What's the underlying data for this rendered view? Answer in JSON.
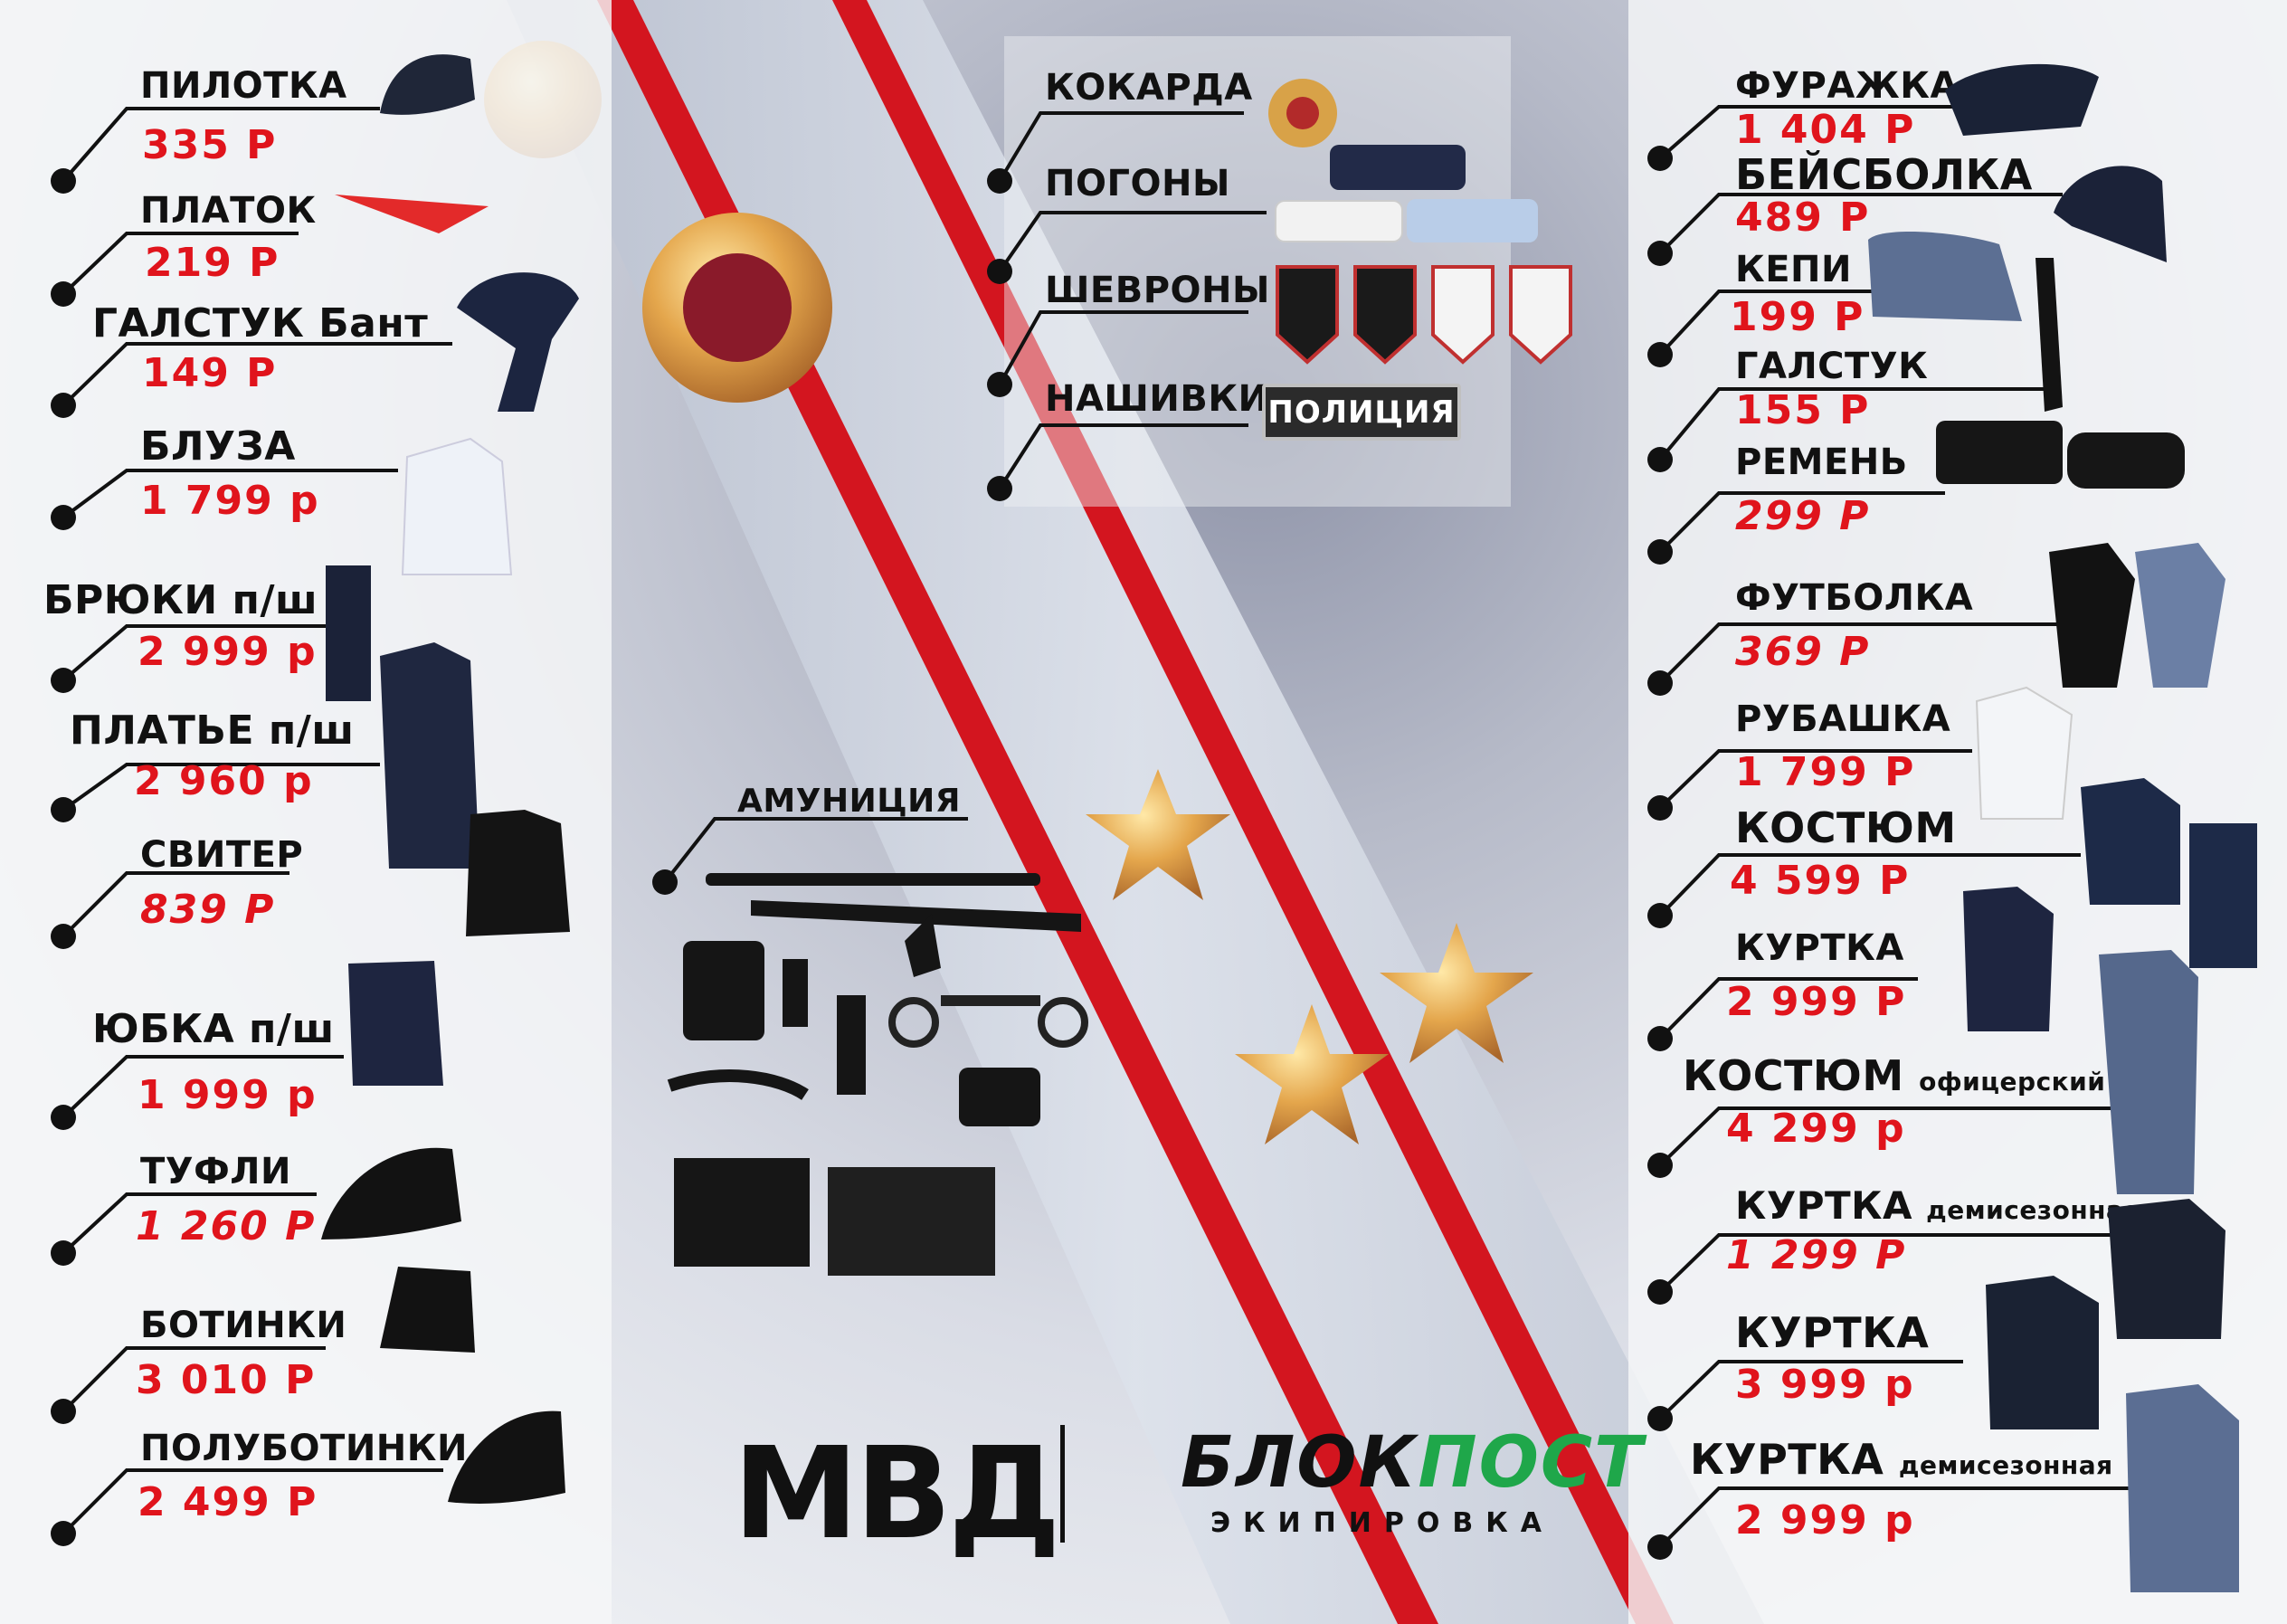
{
  "brand": {
    "left": "МВД",
    "right_a": "БЛОК",
    "right_b": "ПОСТ",
    "tagline": "ЭКИПИРОВКА"
  },
  "colors": {
    "price": "#e0141c",
    "brand_green": "#1fa74a",
    "text": "#111111"
  },
  "left": [
    {
      "name": "ПИЛОТКА",
      "price": "335 Р"
    },
    {
      "name": "ПЛАТОК",
      "price": "219 Р"
    },
    {
      "name": "ГАЛСТУК Бант",
      "price": "149 Р"
    },
    {
      "name": "БЛУЗА",
      "price": "1 799 р"
    },
    {
      "name": "БРЮКИ п/ш",
      "price": "2 999 р"
    },
    {
      "name": "ПЛАТЬЕ п/ш",
      "price": "2 960 р"
    },
    {
      "name": "СВИТЕР",
      "price": "839 Р"
    },
    {
      "name": "ЮБКА п/ш",
      "price": "1 999 р"
    },
    {
      "name": "ТУФЛИ",
      "price": "1 260 Р"
    },
    {
      "name": "БОТИНКИ",
      "price": "3 010 Р"
    },
    {
      "name": "ПОЛУБОТИНКИ",
      "price": "2 499 Р"
    }
  ],
  "middle": [
    {
      "name": "КОКАРДА"
    },
    {
      "name": "ПОГОНЫ"
    },
    {
      "name": "ШЕВРОНЫ"
    },
    {
      "name": "НАШИВКИ"
    },
    {
      "name": "АМУНИЦИЯ"
    }
  ],
  "patch_text": "ПОЛИЦИЯ",
  "right": [
    {
      "name": "ФУРАЖКА",
      "price": "1 404 Р"
    },
    {
      "name": "БЕЙСБОЛКА",
      "price": "489 Р"
    },
    {
      "name": "КЕПИ",
      "price": "199 Р"
    },
    {
      "name": "ГАЛСТУК",
      "price": "155 Р"
    },
    {
      "name": "РЕМЕНЬ",
      "price": "299 Р"
    },
    {
      "name": "ФУТБОЛКА",
      "price": "369 Р"
    },
    {
      "name": "РУБАШКА",
      "price": "1 799 Р"
    },
    {
      "name": "КОСТЮМ",
      "price": "4 599 Р"
    },
    {
      "name": "КУРТКА",
      "price": "2 999 Р"
    },
    {
      "name": "КОСТЮМ",
      "suffix": "офицерский",
      "price": "4 299 р"
    },
    {
      "name": "КУРТКА",
      "suffix": "демисезонная",
      "price": "1 299 Р"
    },
    {
      "name": "КУРТКА",
      "price": "3 999 р"
    },
    {
      "name": "КУРТКА",
      "suffix": "демисезонная",
      "price": "2 999 р"
    }
  ]
}
